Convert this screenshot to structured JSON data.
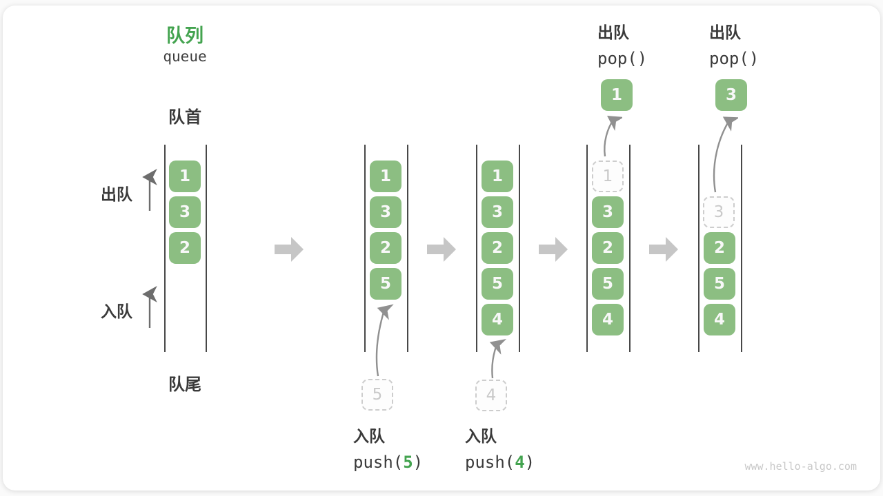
{
  "header": {
    "title_cn": "队列",
    "title_en": "queue"
  },
  "side_labels": {
    "front": "队首",
    "rear": "队尾",
    "dequeue": "出队",
    "enqueue": "入队"
  },
  "queues": [
    {
      "boxes": [
        "1",
        "3",
        "2"
      ]
    },
    {
      "boxes": [
        "1",
        "3",
        "2",
        "5"
      ],
      "pending_value": "5",
      "op": {
        "cn": "入队",
        "code_pre": "push(",
        "code_arg": "5",
        "code_post": ")"
      }
    },
    {
      "boxes": [
        "1",
        "3",
        "2",
        "5",
        "4"
      ],
      "pending_value": "4",
      "op": {
        "cn": "入队",
        "code_pre": "push(",
        "code_arg": "4",
        "code_post": ")"
      }
    },
    {
      "boxes": [
        "3",
        "2",
        "5",
        "4"
      ],
      "ghost_value": "1",
      "popped_value": "1",
      "op": {
        "cn": "出队",
        "code": "pop()"
      }
    },
    {
      "boxes": [
        "2",
        "5",
        "4"
      ],
      "ghost_value": "3",
      "popped_value": "3",
      "op": {
        "cn": "出队",
        "code": "pop()"
      }
    }
  ],
  "watermark": "www.hello-algo.com",
  "colors": {
    "box_green": "#8cbe82",
    "accent_green": "#43a34f"
  }
}
